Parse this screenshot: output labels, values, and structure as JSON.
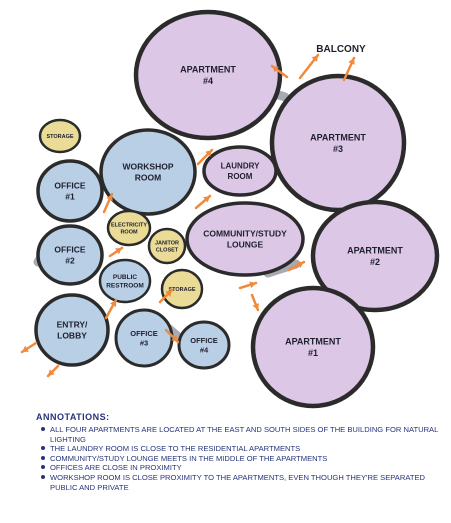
{
  "colors": {
    "apartment": "#dcc8e6",
    "office": "#b9cfe6",
    "service": "#eadb96",
    "outline": "#2b2b2b",
    "arrow": "#f08a3c",
    "connector": "#a9a9b2",
    "annotation_text": "#27347a"
  },
  "spaces": [
    {
      "id": "apartment-4",
      "lines": [
        "APARTMENT",
        "#4"
      ],
      "kind": "apartment"
    },
    {
      "id": "apartment-3",
      "lines": [
        "APARTMENT",
        "#3"
      ],
      "kind": "apartment"
    },
    {
      "id": "apartment-2",
      "lines": [
        "APARTMENT",
        "#2"
      ],
      "kind": "apartment"
    },
    {
      "id": "apartment-1",
      "lines": [
        "APARTMENT",
        "#1"
      ],
      "kind": "apartment"
    },
    {
      "id": "laundry-room",
      "lines": [
        "LAUNDRY",
        "ROOM"
      ],
      "kind": "apartment"
    },
    {
      "id": "community-study-lounge",
      "lines": [
        "COMMUNITY/STUDY",
        "LOUNGE"
      ],
      "kind": "apartment"
    },
    {
      "id": "storage-top",
      "lines": [
        "STORAGE"
      ],
      "kind": "service"
    },
    {
      "id": "office-1",
      "lines": [
        "OFFICE",
        "#1"
      ],
      "kind": "office"
    },
    {
      "id": "workshop-room",
      "lines": [
        "WORKSHOP",
        "ROOM"
      ],
      "kind": "office"
    },
    {
      "id": "office-2",
      "lines": [
        "OFFICE",
        "#2"
      ],
      "kind": "office"
    },
    {
      "id": "electricity-room",
      "lines": [
        "ELECTRICITY",
        "ROOM"
      ],
      "kind": "service"
    },
    {
      "id": "janitor-closet",
      "lines": [
        "JANITOR",
        "CLOSET"
      ],
      "kind": "service"
    },
    {
      "id": "public-restroom",
      "lines": [
        "PUBLIC",
        "RESTROOM"
      ],
      "kind": "office"
    },
    {
      "id": "storage-bottom",
      "lines": [
        "STORAGE"
      ],
      "kind": "service"
    },
    {
      "id": "entry-lobby",
      "lines": [
        "ENTRY/",
        "LOBBY"
      ],
      "kind": "office"
    },
    {
      "id": "office-3",
      "lines": [
        "OFFICE",
        "#3"
      ],
      "kind": "office"
    },
    {
      "id": "office-4",
      "lines": [
        "OFFICE",
        "#4"
      ],
      "kind": "office"
    }
  ],
  "balcony_label": "BALCONY",
  "annotations": {
    "title": "ANNOTATIONS:",
    "items": [
      "ALL FOUR APARTMENTS ARE LOCATED AT THE EAST AND SOUTH SIDES OF THE BUILDING FOR NATURAL LIGHTING",
      "THE LAUNDRY ROOM IS CLOSE TO THE RESIDENTIAL APARTMENTS",
      "COMMUNITY/STUDY LOUNGE MEETS IN THE MIDDLE OF THE APARTMENTS",
      "OFFICES ARE CLOSE IN PROXIMITY",
      "WORKSHOP ROOM IS CLOSE PROXIMITY TO THE APARTMENTS, EVEN THOUGH THEY'RE SEPARATED PUBLIC AND PRIVATE"
    ]
  }
}
